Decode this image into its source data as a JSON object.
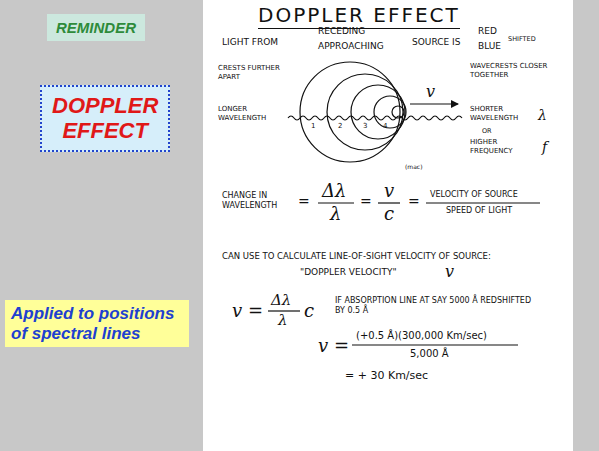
{
  "diagram": {
    "title": "DOPPLER EFFECT",
    "nodes": [
      {
        "text": [
          "REMINDER"
        ]
      },
      {
        "text": [
          "DOPPLER EFFECT"
        ]
      },
      {
        "text": [
          "Applied to positions of spectral lines"
        ]
      }
    ],
    "labels": [
      "LIGHT FROM",
      "RECEDING",
      "APPROACHING",
      "SOURCE IS",
      "RED",
      "BLUE",
      "SHIFTED",
      "CRESTS FURTHER APART",
      "LONGER WAVELENGTH",
      "WAVECRESTS CLOSER TOGETHER",
      "SHORTER WAVELENGTH",
      "λ",
      "OR",
      "HIGHER FREQUENCY",
      "f",
      "v",
      "1",
      "2",
      "3",
      "4",
      "(mac)",
      "CHANGE IN WAVELENGTH",
      "=",
      "Δλ",
      "λ",
      "=",
      "v",
      "c",
      "=",
      "VELOCITY OF SOURCE",
      "SPEED OF LIGHT",
      "CAN USE TO CALCULATE LINE-OF-SIGHT VELOCITY OF SOURCE:",
      "\"DOPPLER VELOCITY\"",
      "v",
      "v =",
      "Δλ",
      "λ",
      "c",
      "IF ABSORPTION LINE AT SAY 5000 Å REDSHIFTED BY 0.5 Å",
      "v =",
      "(+0.5 Å)(300,000 Km/sec)",
      "5,000 Å",
      "= + 30 Km/sec"
    ]
  }
}
